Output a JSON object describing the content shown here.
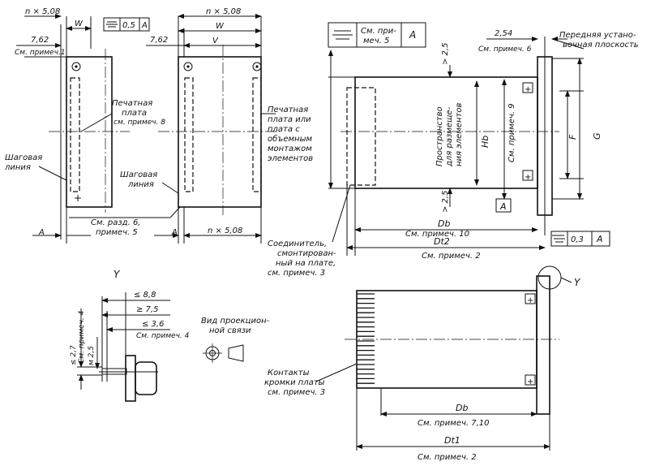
{
  "labels": {
    "n508": "n × 5,08",
    "w": "W",
    "v": "V",
    "d762": "7,62",
    "sm_primech1": "См. примеч.1",
    "tol05": "0,5",
    "tolA": "A",
    "tol03": "0,3",
    "pechatnaya": "Печатная",
    "plata_sm8": "плата",
    "sm_primech8": "см. примеч. 8",
    "pech_ili": "Печатная",
    "plata_ili": "плата или",
    "plata_s": "плата с",
    "obemnym": "объемным",
    "montazhom": "монтажом",
    "elementov": "элементов",
    "shagovaya": "Шаговая",
    "liniya": "линия",
    "sm_razd6": "См. разд. 6,",
    "primech5": "примеч. 5",
    "a_letter": "A",
    "sm_pri": "См. при-",
    "mech5": "меч. 5",
    "d254": "2,54",
    "sm_primech6": "См. примеч. 6",
    "perednyaya": "Передняя устано-",
    "vochnaya": "вочная плоскость",
    "gt25": "> 2,5",
    "prostranstvo1": "Пространство",
    "prostranstvo2": "для размеще-",
    "prostranstvo3": "ния элементов",
    "hb": "Hb",
    "sm_primech9": "См. примеч. 9",
    "f": "F",
    "g": "G",
    "db": "Db",
    "sm_primech10": "См. примеч. 10",
    "dt2": "Dt2",
    "sm_primech2": "См. примеч. 2",
    "soed1": "Соединитель,",
    "soed2": "смонтирован-",
    "soed3": "ный на плате,",
    "soed4": "см. примеч. 3",
    "y_letter": "Y",
    "le88": "≤ 8,8",
    "ge75": "≥ 7,5",
    "le36": "≤ 3,6",
    "sm_primech4": "См. примеч. 4",
    "le27": "≤ 2,7",
    "m25": "м 2,5",
    "vid1": "Вид проекцион-",
    "vid2": "ной связи",
    "kontakty1": "Контакты",
    "kontakty2": "кромки платы",
    "kontakty3": "см. примеч. 3",
    "sm_primech710": "См. примеч. 7,10",
    "dt1": "Dt1",
    "plus": "+"
  }
}
